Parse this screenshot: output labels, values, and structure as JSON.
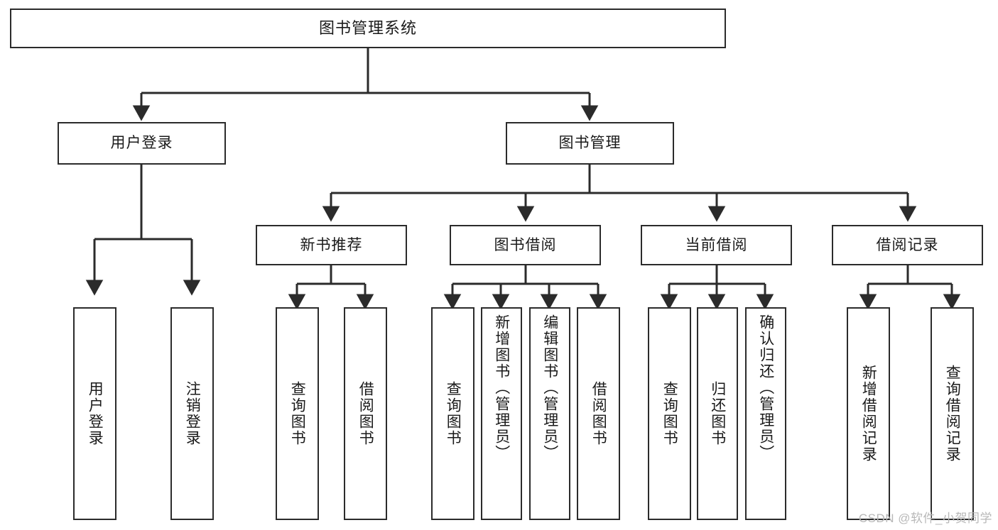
{
  "diagram": {
    "type": "tree",
    "title": "图书管理系统",
    "root": {
      "id": "root",
      "label": "图书管理系统"
    },
    "level2": [
      {
        "id": "user-login",
        "label": "用户登录"
      },
      {
        "id": "book-manage",
        "label": "图书管理"
      }
    ],
    "level3": [
      {
        "id": "new-book-rec",
        "label": "新书推荐",
        "parent": "book-manage"
      },
      {
        "id": "book-borrow",
        "label": "图书借阅",
        "parent": "book-manage"
      },
      {
        "id": "current-borrow",
        "label": "当前借阅",
        "parent": "book-manage"
      },
      {
        "id": "borrow-record",
        "label": "借阅记录",
        "parent": "book-manage"
      }
    ],
    "leaves": [
      {
        "id": "leaf-user-login",
        "label": "用户登录",
        "parent": "user-login"
      },
      {
        "id": "leaf-user-logout",
        "label": "注销登录",
        "parent": "user-login"
      },
      {
        "id": "leaf-query-book-1",
        "label": "查询图书",
        "parent": "new-book-rec"
      },
      {
        "id": "leaf-borrow-book-1",
        "label": "借阅图书",
        "parent": "new-book-rec"
      },
      {
        "id": "leaf-query-book-2",
        "label": "查询图书",
        "parent": "book-borrow"
      },
      {
        "id": "leaf-add-book",
        "label": "新增图书（管理员）",
        "parent": "book-borrow"
      },
      {
        "id": "leaf-edit-book",
        "label": "编辑图书（管理员）",
        "parent": "book-borrow"
      },
      {
        "id": "leaf-borrow-book-2",
        "label": "借阅图书",
        "parent": "book-borrow"
      },
      {
        "id": "leaf-query-book-3",
        "label": "查询图书",
        "parent": "current-borrow"
      },
      {
        "id": "leaf-return-book",
        "label": "归还图书",
        "parent": "current-borrow"
      },
      {
        "id": "leaf-confirm-return",
        "label": "确认归还（管理员）",
        "parent": "current-borrow"
      },
      {
        "id": "leaf-add-record",
        "label": "新增借阅记录",
        "parent": "borrow-record"
      },
      {
        "id": "leaf-query-record",
        "label": "查询借阅记录",
        "parent": "borrow-record"
      }
    ],
    "colors": {
      "stroke": "#2b2b2b",
      "fill": "#ffffff",
      "text": "#1a1a1a",
      "watermark": "#b8b8b8"
    }
  },
  "watermark": {
    "text": "CSDN @软件_小贺同学"
  }
}
